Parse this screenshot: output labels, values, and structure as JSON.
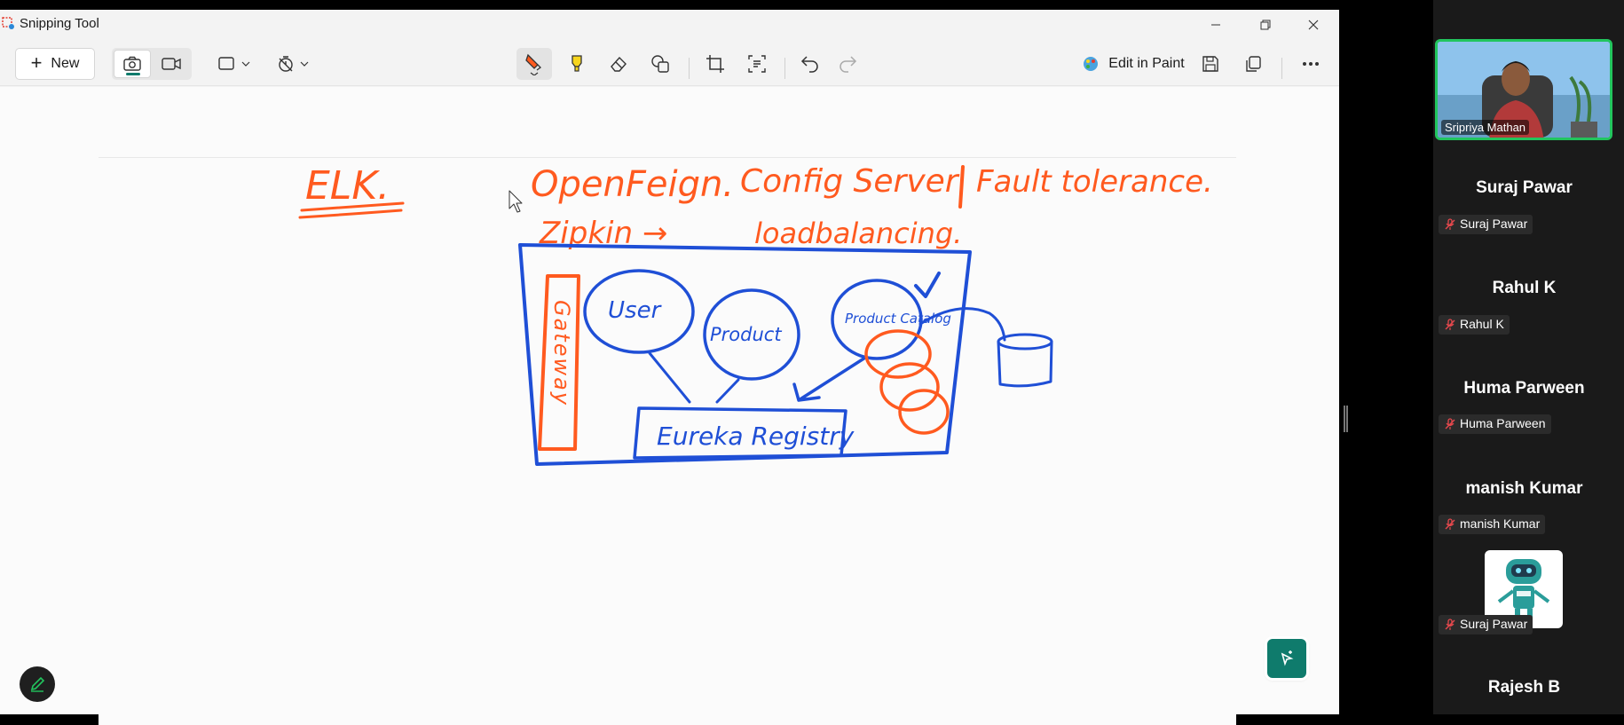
{
  "app": {
    "title": "Snipping Tool"
  },
  "toolbar": {
    "new_label": "New",
    "edit_in_paint_label": "Edit in Paint",
    "icons": [
      "camera-icon",
      "video-icon",
      "rectangle-mode-icon",
      "timer-icon",
      "ballpoint-pen-icon",
      "highlighter-icon",
      "eraser-icon",
      "shapes-icon",
      "crop-icon",
      "text-actions-icon",
      "undo-icon",
      "redo-icon",
      "save-icon",
      "copy-icon",
      "more-icon"
    ]
  },
  "drawing": {
    "notes": [
      "ELK.",
      "OpenFeign.",
      "Config Server",
      "Fault tolerance.",
      "Zipkin →",
      "loadbalancing."
    ],
    "gateway_label": "Gateway",
    "services": [
      "User",
      "Product",
      "Product Catalog"
    ],
    "registry_label": "Eureka Registry",
    "colors": {
      "orange": "#ff5a1f",
      "blue": "#1f4fd6"
    }
  },
  "meeting": {
    "video_name": "Sripriya Mathan",
    "participants": [
      {
        "name": "Suraj Pawar",
        "tag": "Suraj Pawar"
      },
      {
        "name": "Rahul K",
        "tag": "Rahul K"
      },
      {
        "name": "Huma Parween",
        "tag": "Huma Parween"
      },
      {
        "name": "manish Kumar",
        "tag": "manish Kumar"
      },
      {
        "name": "",
        "tag": "Suraj Pawar"
      },
      {
        "name": "Rajesh B",
        "tag": ""
      }
    ],
    "accent": "#22c55e"
  }
}
